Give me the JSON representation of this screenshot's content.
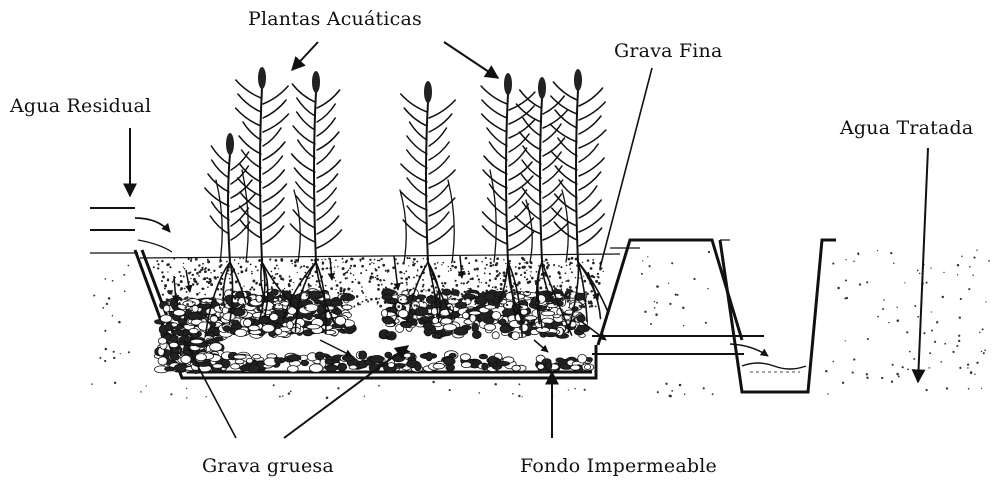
{
  "labels": {
    "plantas_acuaticas": "Plantas Acuáticas",
    "grava_fina": "Grava Fina",
    "agua_residual": "Agua Residual",
    "agua_tratada": "Agua Tratada",
    "grava_gruesa": "Grava gruesa",
    "fondo_impermeable": "Fondo Impermeable"
  },
  "colors": {
    "ink": "#111111",
    "background": "#ffffff"
  }
}
